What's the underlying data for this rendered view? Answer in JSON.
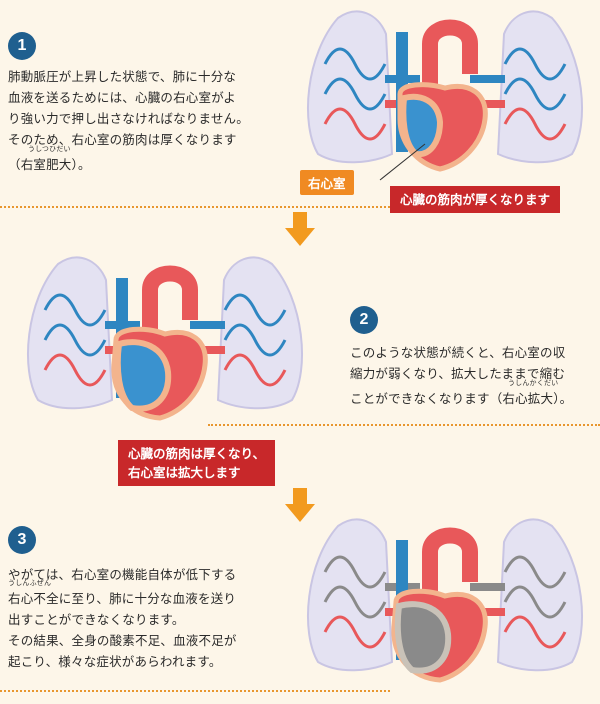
{
  "steps": [
    {
      "number": "1",
      "lines": [
        "肺動脈圧が上昇した状態で、肺に十分な",
        "血液を送るためには、心臓の右心室がよ",
        "り強い力で押し出さなければなりません。",
        "そのため、右心室の筋肉は厚くなります"
      ],
      "term": "（右室肥大）。",
      "term_reading": "うしつひだい",
      "label_ventricle": "右心室",
      "label_caption": "心臓の筋肉が厚くなります"
    },
    {
      "number": "2",
      "lines": [
        "このような状態が続くと、右心室の収",
        "縮力が弱くなり、拡大したままで縮む",
        "ことができなくなります（右心拡大）。"
      ],
      "term_reading": "うしんかくだい",
      "caption_lines": [
        "心臓の筋肉は厚くなり、",
        "右心室は拡大します"
      ]
    },
    {
      "number": "3",
      "lines": [
        "やがては、右心室の機能自体が低下する",
        "右心不全に至り、肺に十分な血液を送り",
        "出すことができなくなります。",
        "その結果、全身の酸素不足、血液不足が",
        "起こり、様々な症状があらわれます。"
      ],
      "term_reading": "うしんふぜん"
    }
  ],
  "colors": {
    "background": "#fdf6e9",
    "step_badge": "#1f5f8f",
    "divider": "#e8962e",
    "arrow": "#f29a1f",
    "caption_red": "#c8282a",
    "label_orange": "#f08a22",
    "lung": "#e4e2f2",
    "vein_blue": "#2e86c1",
    "artery_red": "#e8585a",
    "failing_gray": "#8a8a8a"
  }
}
